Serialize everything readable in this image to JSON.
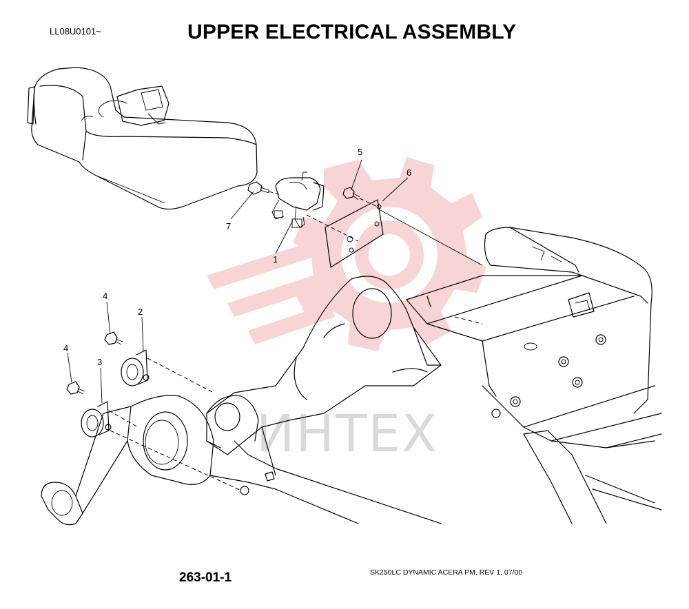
{
  "header": {
    "document_code": "LL08U0101~",
    "title": "UPPER ELECTRICAL ASSEMBLY"
  },
  "footer": {
    "page_number": "263-01-1",
    "model_revision": "SK250LC DYNAMIC ACERA PM, REV 1, 07/00"
  },
  "watermark": {
    "text": "ИНТЕХ",
    "color": "#f3b2b2"
  },
  "callouts": [
    {
      "id": "callout-1",
      "label": "1"
    },
    {
      "id": "callout-2",
      "label": "2"
    },
    {
      "id": "callout-3",
      "label": "3"
    },
    {
      "id": "callout-4a",
      "label": "4"
    },
    {
      "id": "callout-4b",
      "label": "4"
    },
    {
      "id": "callout-5",
      "label": "5"
    },
    {
      "id": "callout-6",
      "label": "6"
    },
    {
      "id": "callout-7",
      "label": "7"
    }
  ]
}
